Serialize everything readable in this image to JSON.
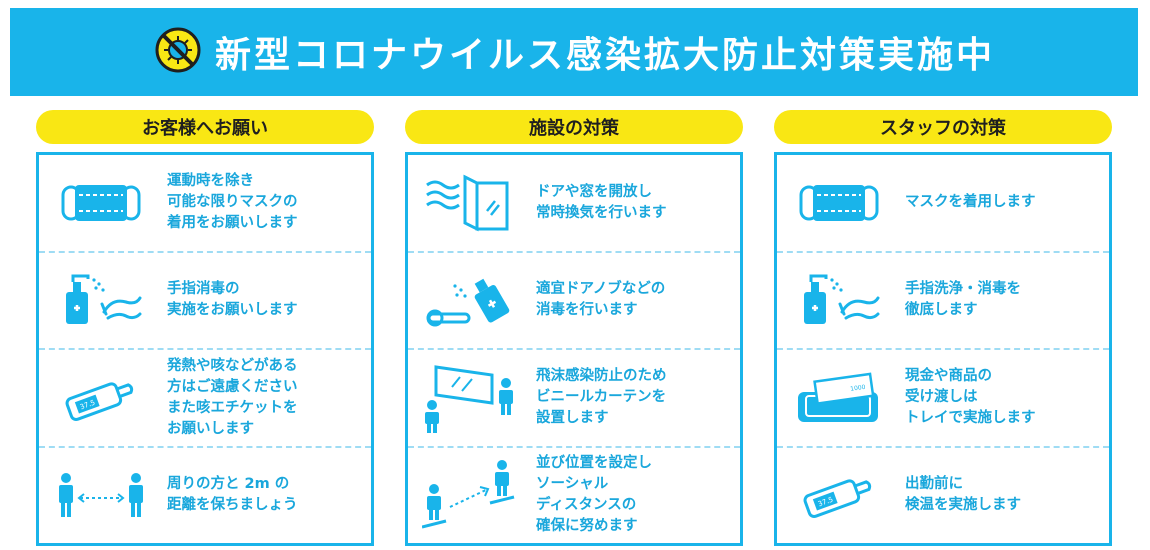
{
  "banner": {
    "title": "新型コロナウイルス感染拡大防止対策実施中"
  },
  "columns": [
    {
      "header": "お客様へお願い",
      "items": [
        {
          "icon": "mask-icon",
          "text": "運動時を除き\n可能な限りマスクの\n着用をお願いします"
        },
        {
          "icon": "hand-sanitizer-icon",
          "text": "手指消毒の\n実施をお願いします"
        },
        {
          "icon": "thermometer-icon",
          "text": "発熱や咳などがある\n方はご遠慮ください\nまた咳エチケットを\nお願いします"
        },
        {
          "icon": "social-distance-icon",
          "text": "周りの方と 2m の\n距離を保ちましょう"
        }
      ]
    },
    {
      "header": "施設の対策",
      "items": [
        {
          "icon": "open-window-icon",
          "text": "ドアや窓を開放し\n常時換気を行います"
        },
        {
          "icon": "disinfect-doorknob-icon",
          "text": "適宜ドアノブなどの\n消毒を行います"
        },
        {
          "icon": "vinyl-curtain-icon",
          "text": "飛沫感染防止のため\nビニールカーテンを\n設置します"
        },
        {
          "icon": "queue-distance-icon",
          "text": "並び位置を設定し\nソーシャル\nディスタンスの\n確保に努めます"
        }
      ]
    },
    {
      "header": "スタッフの対策",
      "items": [
        {
          "icon": "mask-icon",
          "text": "マスクを着用します"
        },
        {
          "icon": "hand-wash-icon",
          "text": "手指洗浄・消毒を\n徹底します"
        },
        {
          "icon": "cash-tray-icon",
          "text": "現金や商品の\n受け渡しは\nトレイで実施します"
        },
        {
          "icon": "thermometer-icon",
          "text": "出勤前に\n検温を実施します"
        }
      ]
    }
  ],
  "icon_text": {
    "thermometer_reading": "37.5",
    "bill_value": "1000"
  },
  "colors": {
    "accent": "#19b4ea",
    "header_yellow": "#f9e714",
    "text_blue": "#1aa7dc",
    "divider": "#9fdcf4"
  }
}
